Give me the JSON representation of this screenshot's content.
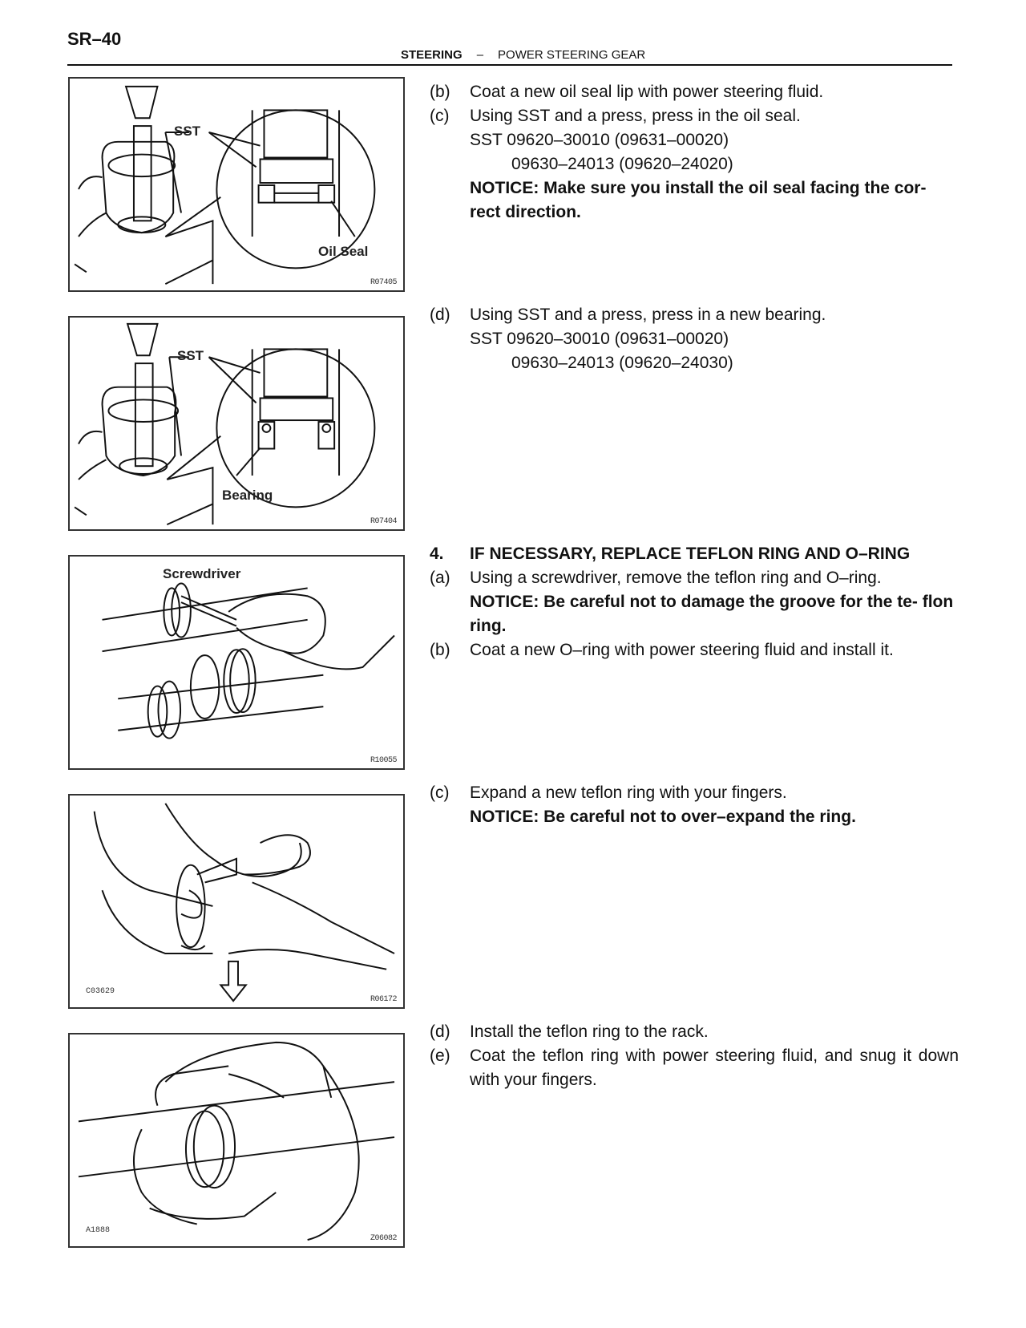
{
  "header": {
    "page_code": "SR–40",
    "section": "STEERING",
    "separator": "–",
    "subsection": "POWER STEERING GEAR"
  },
  "figures": [
    {
      "code": "R07405",
      "callouts": [
        "SST",
        "Oil Seal"
      ]
    },
    {
      "code": "R07404",
      "callouts": [
        "SST",
        "Bearing"
      ]
    },
    {
      "code": "R10055",
      "callouts": [
        "Screwdriver"
      ]
    },
    {
      "code": "R06172",
      "code_left": "C03629",
      "callouts": []
    },
    {
      "code": "Z06082",
      "code_left": "A1888",
      "callouts": []
    }
  ],
  "blocks": [
    {
      "lines": [
        {
          "label": "(b)",
          "text": "Coat a new oil seal lip with power steering fluid."
        },
        {
          "label": "(c)",
          "text": "Using SST and a press, press in the oil seal."
        },
        {
          "label": "",
          "text": "SST 09620–30010 (09631–00020)"
        },
        {
          "label": "",
          "text": "09630–24013 (09620–24020)"
        },
        {
          "label": "",
          "text": "NOTICE: Make sure you install the oil seal facing the cor- rect direction."
        }
      ]
    },
    {
      "lines": [
        {
          "label": "(d)",
          "text": "Using SST and a press, press in a new bearing."
        },
        {
          "label": "",
          "text": "SST 09620–30010 (09631–00020)"
        },
        {
          "label": "",
          "text": "09630–24013 (09620–24030)"
        }
      ]
    },
    {
      "lines": [
        {
          "label": "4.",
          "text": "IF NECESSARY, REPLACE TEFLON RING AND O–RING"
        },
        {
          "label": "(a)",
          "text": "Using a screwdriver, remove the teflon ring and O–ring."
        },
        {
          "label": "",
          "text": "NOTICE: Be careful not to damage the groove for the te- flon ring."
        },
        {
          "label": "(b)",
          "text": "Coat a new O–ring with power steering fluid and install it."
        }
      ]
    },
    {
      "lines": [
        {
          "label": "(c)",
          "text": "Expand a new teflon ring with your fingers."
        },
        {
          "label": "",
          "text": "NOTICE: Be careful not to over–expand the ring."
        }
      ]
    },
    {
      "lines": [
        {
          "label": "(d)",
          "text": "Install the teflon ring to the rack."
        },
        {
          "label": "(e)",
          "text": "Coat the teflon ring with power steering fluid, and snug it down with your fingers."
        }
      ]
    }
  ]
}
